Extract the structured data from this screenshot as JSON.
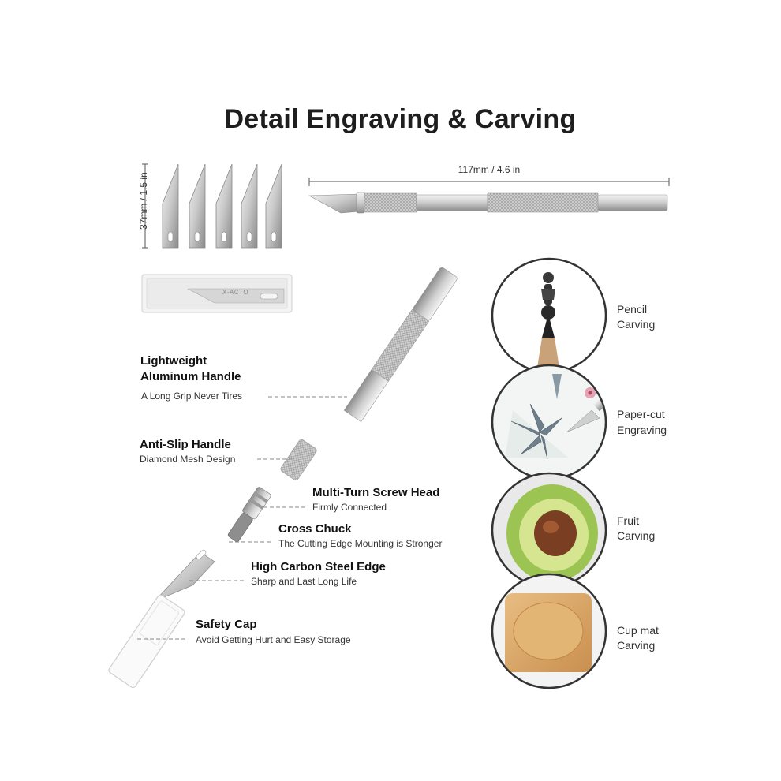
{
  "title": "Detail Engraving & Carving",
  "dimensions": {
    "blade_height": "37mm / 1.5 in",
    "handle_length": "117mm / 4.6 in"
  },
  "blade_case_label": "X-ACTO",
  "features": [
    {
      "title_line1": "Lightweight",
      "title_line2": "Aluminum Handle",
      "subtitle": "A Long Grip Never Tires"
    },
    {
      "title": "Anti-Slip Handle",
      "subtitle": "Diamond Mesh Design"
    },
    {
      "title": "Multi-Turn Screw Head",
      "subtitle": "Firmly Connected"
    },
    {
      "title": "Cross Chuck",
      "subtitle": "The Cutting Edge Mounting is Stronger"
    },
    {
      "title": "High Carbon Steel Edge",
      "subtitle": "Sharp and Last Long Life"
    },
    {
      "title": "Safety Cap",
      "subtitle": "Avoid Getting Hurt and Easy Storage"
    }
  ],
  "uses": [
    {
      "line1": "Pencil",
      "line2": "Carving",
      "icon": "pencil-carving-icon"
    },
    {
      "line1": "Paper-cut",
      "line2": "Engraving",
      "icon": "paper-cut-icon"
    },
    {
      "line1": "Fruit",
      "line2": "Carving",
      "icon": "avocado-icon"
    },
    {
      "line1": "Cup mat",
      "line2": "Carving",
      "icon": "cup-mat-icon"
    }
  ],
  "colors": {
    "metal_light": "#e6e6e6",
    "metal_dark": "#9a9a9a",
    "circle_border": "#333333",
    "wood": "#d9a867"
  }
}
